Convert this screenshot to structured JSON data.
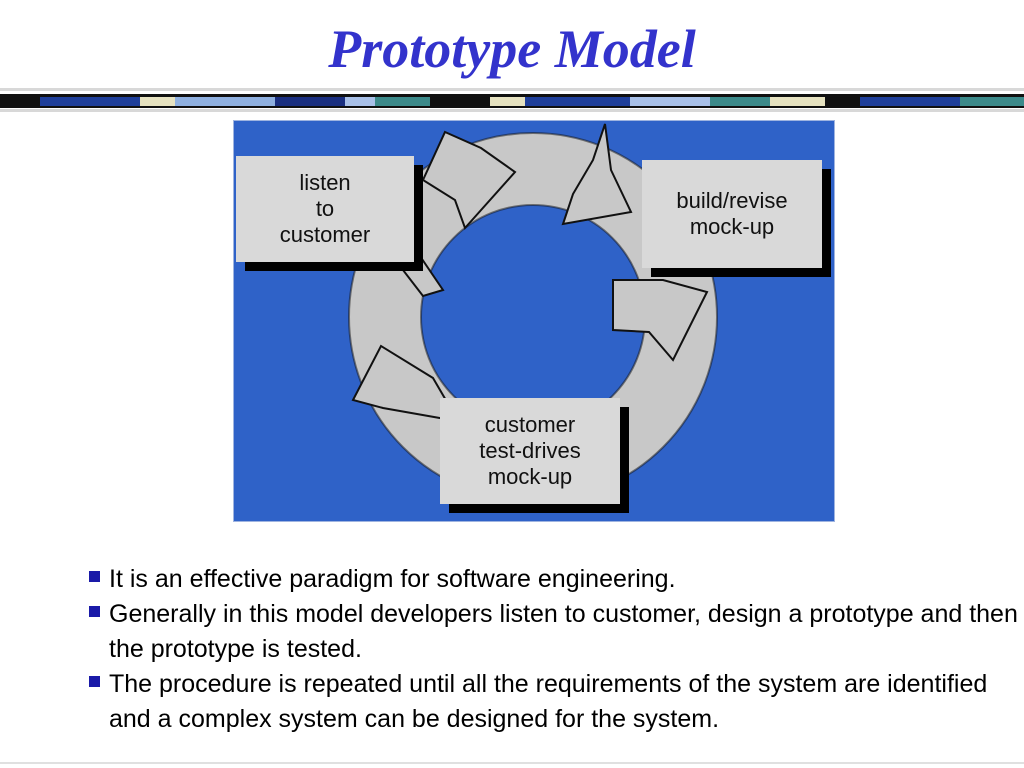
{
  "title": "Prototype Model",
  "colors": {
    "title": "#3333cc",
    "diagram_background": "#2f62c8",
    "cycle_arrows": "#c8c8c8",
    "boxes": "#d9d9d9",
    "bullet": "#1a1aa8"
  },
  "diagram": {
    "steps": [
      {
        "label": "listen\nto\ncustomer"
      },
      {
        "label": "build/revise\nmock-up"
      },
      {
        "label": "customer\ntest-drives\nmock-up"
      }
    ]
  },
  "bullets": [
    {
      "text": "It is an effective paradigm for software engineering."
    },
    {
      "text": "Generally in this model developers listen to customer, design a prototype and then the prototype is tested."
    },
    {
      "text": "The procedure is repeated until all the requirements of the system are identified and a complex system can be designed for the system."
    }
  ]
}
